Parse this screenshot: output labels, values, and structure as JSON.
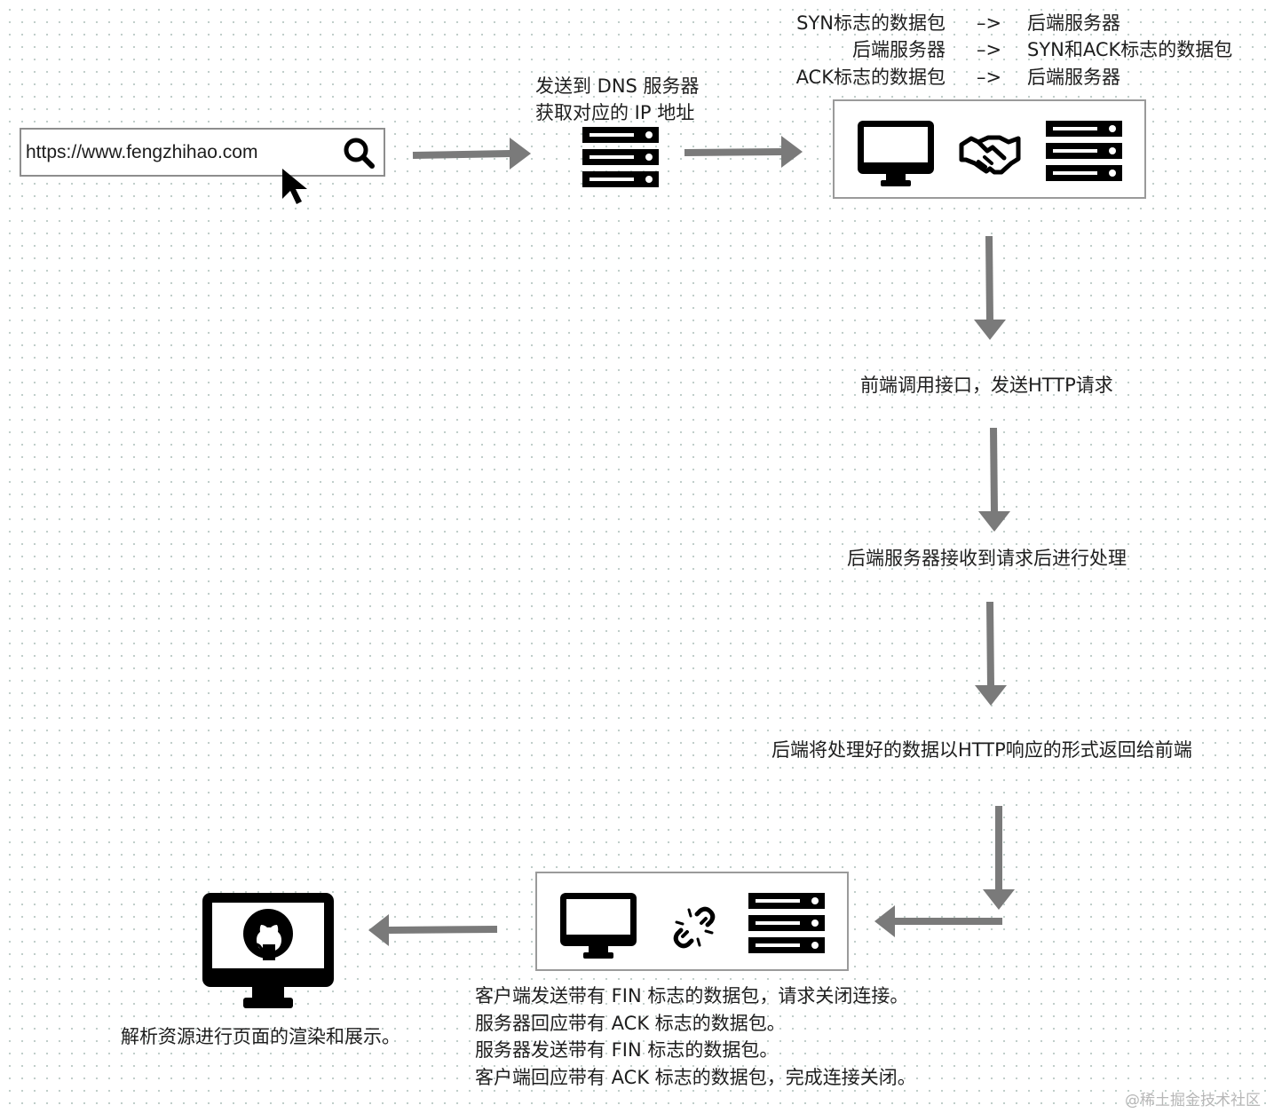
{
  "browser": {
    "url": "https://www.fengzhihao.com",
    "icons": [
      "search-icon",
      "cursor-arrow-icon"
    ]
  },
  "dns": {
    "line1": "发送到 DNS 服务器",
    "line2": "获取对应的 IP 地址",
    "icon": "server-icon"
  },
  "handshake": {
    "rows": [
      {
        "from": "SYN标志的数据包",
        "arrow": "–>",
        "to": "后端服务器"
      },
      {
        "from": "后端服务器",
        "arrow": "–>",
        "to": "SYN和ACK标志的数据包"
      },
      {
        "from": "ACK标志的数据包",
        "arrow": "–>",
        "to": "后端服务器"
      }
    ],
    "icons": [
      "monitor-icon",
      "handshake-icon",
      "server-icon"
    ]
  },
  "steps": {
    "step1": "前端调用接口，发送HTTP请求",
    "step2": "后端服务器接收到请求后进行处理",
    "step3": "后端将处理好的数据以HTTP响应的形式返回给前端"
  },
  "close": {
    "lines": [
      "客户端发送带有 FIN 标志的数据包，请求关闭连接。",
      "服务器回应带有 ACK 标志的数据包。",
      "服务器发送带有 FIN 标志的数据包。",
      "客户端回应带有 ACK 标志的数据包，完成连接关闭。"
    ],
    "icons": [
      "monitor-icon",
      "broken-link-icon",
      "server-icon"
    ]
  },
  "render": {
    "text": "解析资源进行页面的渲染和展示。",
    "icon": "github-monitor-icon"
  },
  "watermark": "@稀土掘金技术社区",
  "colors": {
    "arrow": "#7a7a7a",
    "icon": "#000000",
    "panel_border": "#9a9a9a",
    "grid_dot": "#b9c9c4"
  }
}
